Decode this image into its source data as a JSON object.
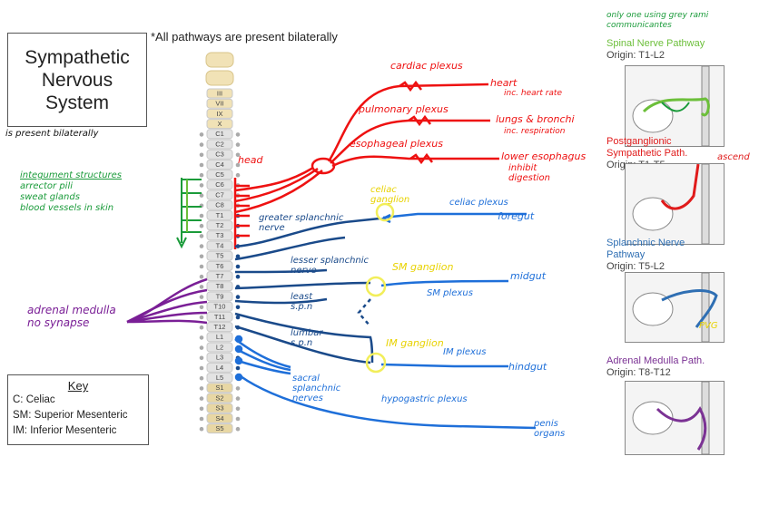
{
  "title": {
    "line1": "Sympathetic",
    "line2": "Nervous",
    "line3": "System"
  },
  "note": "*All pathways are present bilaterally",
  "handwritten_title_note": "is present bilaterally",
  "vertebrae": [
    "III",
    "VII",
    "IX",
    "X",
    "C1",
    "C2",
    "C3",
    "C4",
    "C5",
    "C6",
    "C7",
    "C8",
    "T1",
    "T2",
    "T3",
    "T4",
    "T5",
    "T6",
    "T7",
    "T8",
    "T9",
    "T10",
    "T11",
    "T12",
    "L1",
    "L2",
    "L3",
    "L4",
    "L5",
    "S1",
    "S2",
    "S3",
    "S4",
    "S5"
  ],
  "left_annotations": {
    "integument": {
      "heading": "integument structures",
      "items": [
        "arrector pili",
        "sweat glands",
        "blood vessels in skin"
      ]
    },
    "adrenal": "adrenal medulla no synapse"
  },
  "red_annotations": {
    "head": "head",
    "cardiac": "cardiac plexus",
    "heart": "heart",
    "heart_note": "inc. heart rate",
    "pulmonary": "pulmonary plexus",
    "lungs": "lungs & bronchi",
    "lungs_note": "inc. respiration",
    "esophageal": "esophageal plexus",
    "lower_esophagus": "lower esophagus",
    "digestion": "inhibit digestion"
  },
  "blue_annotations": {
    "greater": "greater splanchnic nerve",
    "lesser": "lesser splanchnic nerve",
    "least": "least s.p.n",
    "lumbar": "lumbar s.p.n",
    "sacral": "sacral splanchnic nerves",
    "celiac_ganglion": "celiac ganglion",
    "celiac_plexus": "celiac plexus",
    "foregut": "foregut",
    "sm_ganglion": "SM ganglion",
    "sm_plexus": "SM plexus",
    "midgut": "midgut",
    "im_ganglion": "IM ganglion",
    "im_plexus": "IM plexus",
    "hindgut": "hindgut",
    "hypogastric": "hypogastric plexus",
    "penis": "penis organs"
  },
  "key": {
    "title": "Key",
    "rows": [
      {
        "abbr": "C:",
        "text": "Celiac"
      },
      {
        "abbr": "SM:",
        "text": "Superior Mesenteric"
      },
      {
        "abbr": "IM:",
        "text": "Inferior Mesenteric"
      }
    ]
  },
  "pathways": [
    {
      "title": "Spinal Nerve Pathway",
      "origin": "Origin: T1-L2",
      "color": "#6cbf3a",
      "note": "only one using grey rami communicantes"
    },
    {
      "title": "Postganglionic Sympathetic Path.",
      "origin": "Origin: T1-T5",
      "color": "#e01b1b",
      "note": "ascend"
    },
    {
      "title": "Splanchnic Nerve Pathway",
      "origin": "Origin: T5-L2",
      "color": "#2f6fb3",
      "note": "PVG"
    },
    {
      "title": "Adrenal Medulla Path.",
      "origin": "Origin: T8-T12",
      "color": "#7b3294",
      "note": ""
    }
  ],
  "colors": {
    "red": "#ee1111",
    "blue": "#1e6fd9",
    "darkblue": "#1a4a8a",
    "green": "#1a9b3a",
    "purple": "#7a1f96",
    "yellow": "#f2ee5a",
    "spine": "#f1e2b6"
  }
}
